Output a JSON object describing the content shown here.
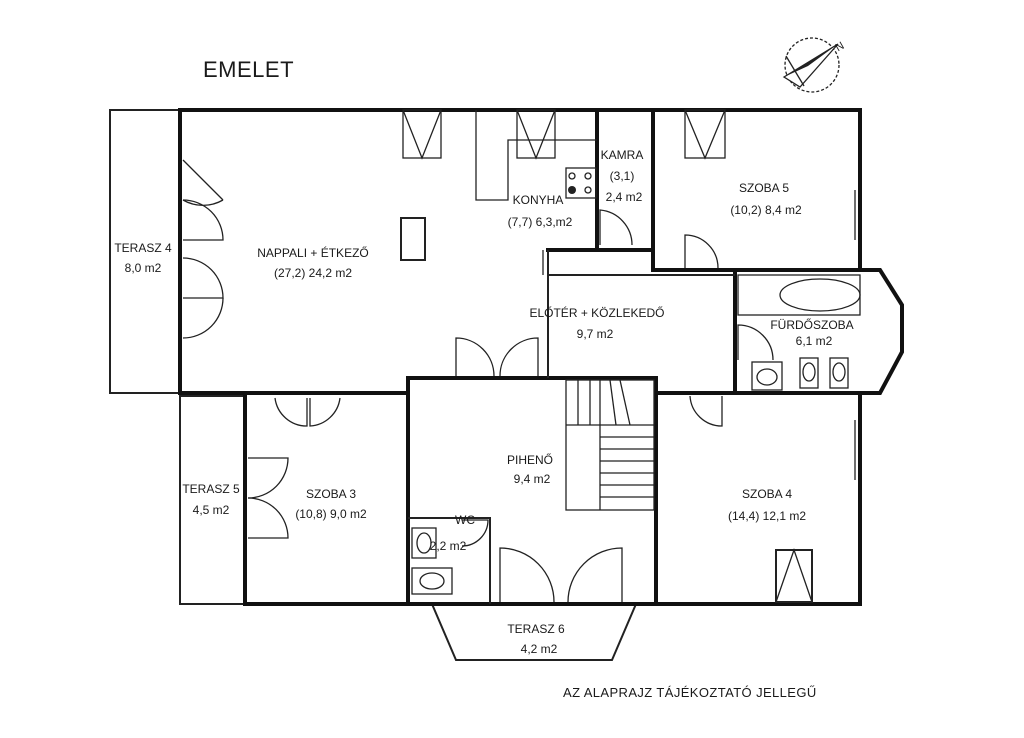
{
  "title": "EMELET",
  "compass_letter": "N",
  "note": "AZ ALAPRAJZ TÁJÉKOZTATÓ JELLEGŰ",
  "rooms": {
    "terasz4": {
      "name": "TERASZ 4",
      "area": "8,0 m2"
    },
    "nappali": {
      "name": "NAPPALI + ÉTKEZŐ",
      "area": "(27,2) 24,2 m2"
    },
    "konyha": {
      "name": "KONYHA",
      "area": "(7,7) 6,3,m2"
    },
    "kamra": {
      "name": "KAMRA",
      "sub": "(3,1)",
      "area": "2,4 m2"
    },
    "szoba5": {
      "name": "SZOBA 5",
      "area": "(10,2) 8,4 m2"
    },
    "eloter": {
      "name": "ELŐTÉR + KÖZLEKEDŐ",
      "area": "9,7 m2"
    },
    "furdo": {
      "name": "FÜRDŐSZOBA",
      "area": "6,1 m2"
    },
    "terasz5": {
      "name": "TERASZ 5",
      "area": "4,5 m2"
    },
    "szoba3": {
      "name": "SZOBA 3",
      "area": "(10,8) 9,0 m2"
    },
    "piheno": {
      "name": "PIHENŐ",
      "area": "9,4 m2"
    },
    "wc": {
      "name": "WC",
      "area": "2,2 m2"
    },
    "szoba4": {
      "name": "SZOBA 4",
      "area": "(14,4) 12,1 m2"
    },
    "terasz6": {
      "name": "TERASZ 6",
      "area": "4,2 m2"
    }
  }
}
